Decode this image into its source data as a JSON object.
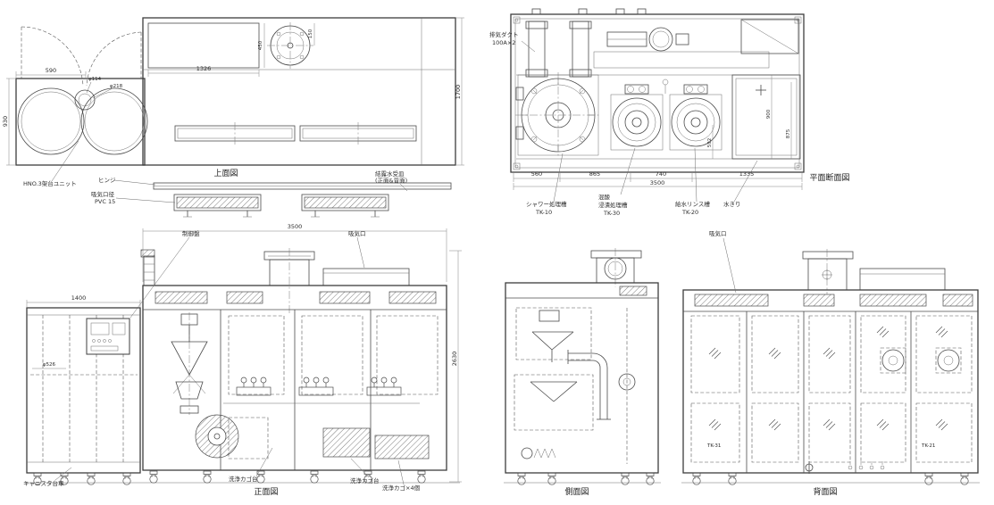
{
  "captions": {
    "top": "上面図",
    "plan": "平面断面図",
    "front": "正面図",
    "side": "側面図",
    "rear": "背面図"
  },
  "labels": {
    "hno3_unit": "HNO.3架台ユニット",
    "hinge": "ヒンジ",
    "intake_dia_l1": "吸気口径",
    "intake_dia_l2": "PVC 15",
    "drip_tray_l1": "結露水受皿",
    "drip_tray_l2": "(正面&背面)",
    "exhaust_duct_l1": "排気ダクト",
    "exhaust_duct_l2": "100A×2",
    "shower_tank_l1": "シャワー処理槽",
    "shower_tank_l2": "TK-10",
    "mixed_acid_l1": "混酸",
    "mixed_acid_l2": "浸漬処理槽",
    "mixed_acid_l3": "TK-30",
    "rinse_tank_l1": "給水リンス槽",
    "rinse_tank_l2": "TK-20",
    "water_drain": "水きり",
    "control_panel": "制御盤",
    "intake_front": "吸気口",
    "intake_rear": "吸気口",
    "canister_cart": "キャニスタ台車",
    "wash_stand_1": "洗浄カゴ台",
    "wash_stand_2": "洗浄カゴ台",
    "wash_stand_3": "洗浄カゴ×4個",
    "tk31": "TK-31",
    "tk21": "TK-21"
  },
  "dims": {
    "top": {
      "hood_w": "1326",
      "door_w": "590",
      "dia_small": "φ114",
      "dia_large": "φ218",
      "stack_x": "450",
      "stack_y": "150",
      "depth": "1700",
      "annex_d": "930"
    },
    "plan": {
      "s1": "560",
      "s2": "865",
      "s3": "740",
      "s4": "1335",
      "total": "3500",
      "v1": "900",
      "v2": "875",
      "v3": "592"
    },
    "front": {
      "total_w": "3500",
      "total_h": "2630",
      "cart_w": "1400",
      "canister_dia": "φ526"
    }
  }
}
